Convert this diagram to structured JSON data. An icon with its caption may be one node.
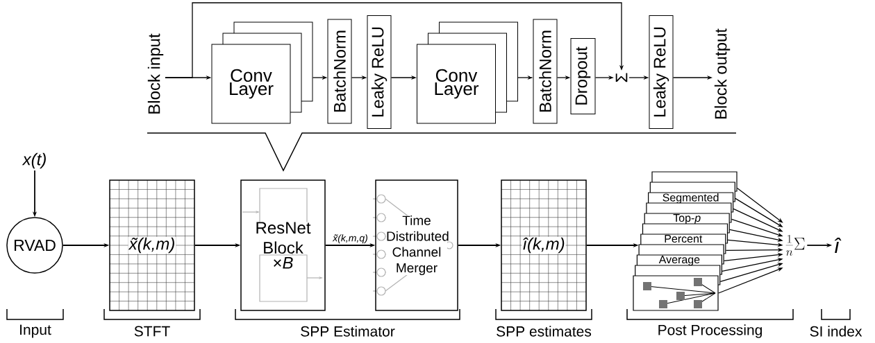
{
  "diagram": {
    "nodes": [
      {
        "text": [
          "Block input"
        ]
      },
      {
        "text": [
          "Conv Layer"
        ]
      },
      {
        "text": [
          "BatchNorm"
        ]
      },
      {
        "text": [
          "Leaky ReLU"
        ]
      },
      {
        "text": [
          "Conv Layer"
        ]
      },
      {
        "text": [
          "BatchNorm"
        ]
      },
      {
        "text": [
          "Dropout"
        ]
      },
      {
        "text": [
          "Σ"
        ]
      },
      {
        "text": [
          "Leaky ReLU"
        ]
      },
      {
        "text": [
          "Block output"
        ]
      },
      {
        "text": [
          "x(t)"
        ]
      },
      {
        "text": [
          "RVAD"
        ]
      },
      {
        "text": [
          "x̃(k,m)"
        ]
      },
      {
        "text": [
          "ResNet Block",
          "×*B*"
        ]
      },
      {
        "text": [
          "Time Distributed Channel Merger"
        ]
      },
      {
        "text": [
          "î(k,m)"
        ]
      },
      {
        "text": [],
        "shape": "box"
      },
      {
        "text": [],
        "shape": "box"
      },
      {
        "text": [
          "Segmented"
        ]
      },
      {
        "text": [],
        "shape": "box"
      },
      {
        "text": [
          "Top-*p*"
        ]
      },
      {
        "text": [],
        "shape": "box"
      },
      {
        "text": [
          "Percent"
        ]
      },
      {
        "text": [],
        "shape": "box"
      },
      {
        "text": [
          "Average"
        ]
      },
      {
        "text": [],
        "shape": "box"
      },
      {
        "text": [],
        "shape": "box"
      },
      {
        "text": [
          "\\frac{1}{n}\\Sigma"
        ]
      },
      {
        "text": [
          "î"
        ]
      }
    ],
    "edges": [
      {
        "from": 0,
        "to": 1,
        "arrow": "to"
      },
      {
        "from": 1,
        "to": 2,
        "arrow": "to"
      },
      {
        "from": 2,
        "to": 3,
        "arrow": "to"
      },
      {
        "from": 3,
        "to": 4,
        "arrow": "to"
      },
      {
        "from": 4,
        "to": 5,
        "arrow": "to"
      },
      {
        "from": 5,
        "to": 6,
        "arrow": "to"
      },
      {
        "from": 6,
        "to": 7,
        "arrow": "to"
      },
      {
        "from": 7,
        "to": 8,
        "arrow": "to"
      },
      {
        "from": 8,
        "to": 9,
        "arrow": "to"
      },
      {
        "from": 0,
        "to": 7,
        "arrow": "to"
      },
      {
        "from": 10,
        "to": 11,
        "arrow": "to"
      },
      {
        "from": 11,
        "to": 12,
        "arrow": "to"
      },
      {
        "from": 12,
        "to": 13,
        "arrow": "to"
      },
      {
        "from": 13,
        "to": 14,
        "arrow": "to",
        "label": "x̃(k,m,q)"
      },
      {
        "from": 14,
        "to": 15,
        "arrow": "to"
      },
      {
        "from": 15,
        "to": 23,
        "arrow": "to"
      },
      {
        "from": 16,
        "to": 27,
        "arrow": "to"
      },
      {
        "from": 17,
        "to": 27,
        "arrow": "to"
      },
      {
        "from": 18,
        "to": 27,
        "arrow": "to"
      },
      {
        "from": 19,
        "to": 27,
        "arrow": "to"
      },
      {
        "from": 20,
        "to": 27,
        "arrow": "to"
      },
      {
        "from": 21,
        "to": 27,
        "arrow": "to"
      },
      {
        "from": 22,
        "to": 27,
        "arrow": "to"
      },
      {
        "from": 23,
        "to": 27,
        "arrow": "to"
      },
      {
        "from": 24,
        "to": 27,
        "arrow": "to"
      },
      {
        "from": 25,
        "to": 27,
        "arrow": "to"
      },
      {
        "from": 26,
        "to": 27,
        "arrow": "to"
      },
      {
        "from": 27,
        "to": 28,
        "arrow": "to"
      }
    ],
    "labels": [
      "Input",
      "STFT",
      "SPP Estimator",
      "SPP estimates",
      "Post Processing",
      "SI index"
    ]
  }
}
